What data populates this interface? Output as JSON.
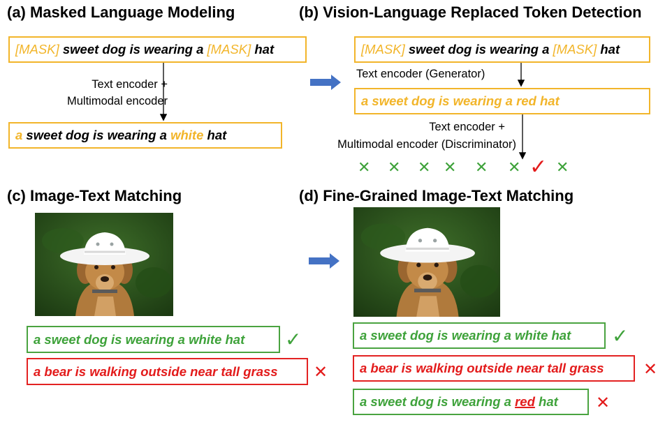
{
  "panel_a": {
    "title": "(a) Masked Language Modeling",
    "input": {
      "mask1": "[MASK]",
      "mid": " sweet dog is wearing a ",
      "mask2": "[MASK]",
      "end": " hat"
    },
    "encoder_line1": "Text encoder +",
    "encoder_line2": "Multimodal encoder",
    "output": {
      "tok1": "a",
      "mid": " sweet dog is wearing a ",
      "tok2": "white",
      "end": " hat"
    }
  },
  "panel_b": {
    "title": "(b) Vision-Language Replaced Token Detection",
    "input": {
      "mask1": "[MASK]",
      "mid": " sweet dog is wearing a ",
      "mask2": "[MASK]",
      "end": " hat"
    },
    "generator_label": "Text encoder (Generator)",
    "generated": "a sweet dog is wearing a red hat",
    "disc_line1": "Text encoder +",
    "disc_line2": "Multimodal encoder (Discriminator)",
    "marks": [
      "✕",
      "✕",
      "✕",
      "✕",
      "✕",
      "✕",
      "✓",
      "✕"
    ]
  },
  "panel_c": {
    "title": "(c) Image-Text Matching",
    "caption_pos": "a sweet dog is wearing a white hat",
    "caption_neg": "a bear is walking outside near tall grass"
  },
  "panel_d": {
    "title": "(d) Fine-Grained Image-Text Matching",
    "caption_pos": "a sweet dog is wearing a white hat",
    "caption_neg": "a bear is walking outside near tall grass",
    "caption_hard": {
      "pre": "a sweet dog is wearing a ",
      "word": "red",
      "post": " hat"
    }
  },
  "symbols": {
    "check": "✓",
    "cross": "✕"
  },
  "colors": {
    "gold": "#f2b52a",
    "green": "#3ea23a",
    "red": "#e31b1b",
    "arrow_blue": "#4472c4"
  }
}
